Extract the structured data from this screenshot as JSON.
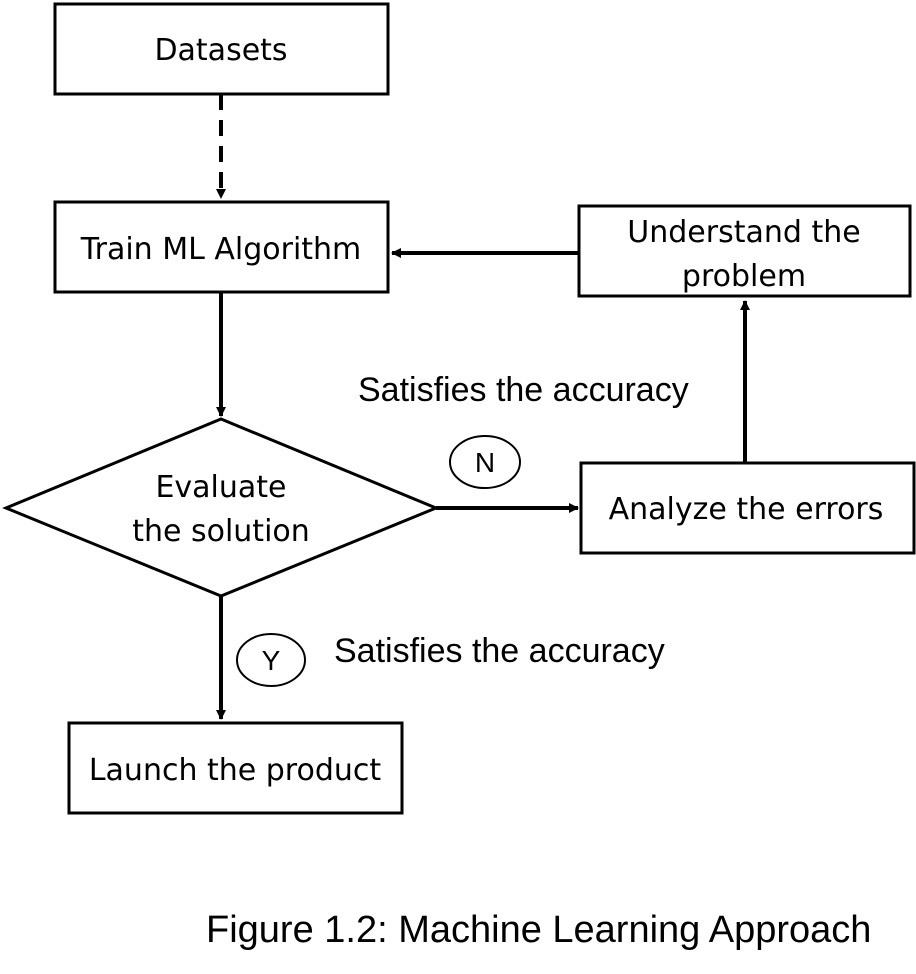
{
  "nodes": {
    "datasets": "Datasets",
    "train": "Train ML Algorithm",
    "understand_line1": "Understand the",
    "understand_line2": "problem",
    "evaluate_line1": "Evaluate",
    "evaluate_line2": "the solution",
    "analyze": "Analyze the errors",
    "launch": "Launch the product"
  },
  "edges": {
    "no_badge": "N",
    "yes_badge": "Y",
    "no_label": "Satisfies the accuracy",
    "yes_label": "Satisfies the accuracy"
  },
  "caption": "Figure 1.2: Machine Learning Approach",
  "colors": {
    "stroke": "#000000",
    "background": "#ffffff"
  }
}
